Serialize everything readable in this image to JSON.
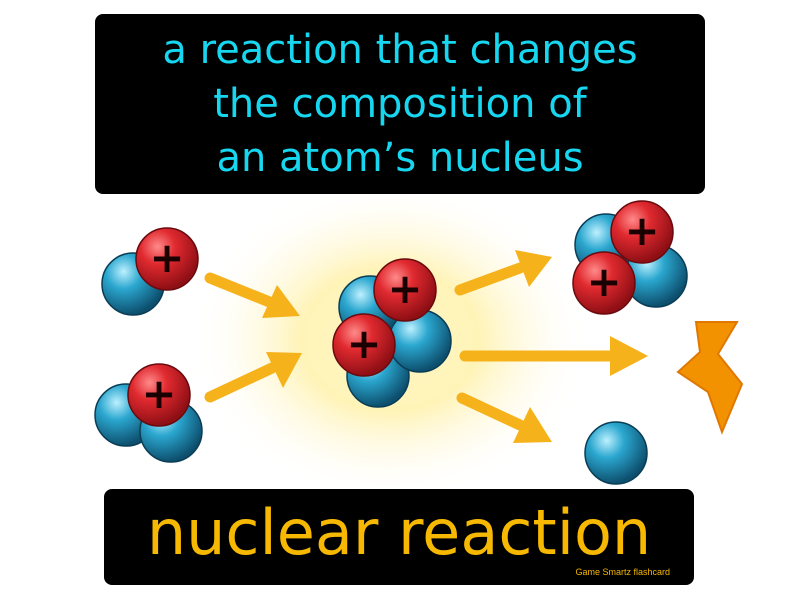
{
  "definition": {
    "lines": [
      "a reaction that changes",
      "the composition of",
      "an atom’s nucleus"
    ]
  },
  "term": "nuclear reaction",
  "brand": "Game Smartz  flashcard",
  "colors": {
    "definition_text": "#17d7f0",
    "term_text": "#f6b800",
    "proton": "#d8232a",
    "neutron": "#1f8fb5",
    "arrow": "#f6b21b",
    "energy": "#f39200",
    "glow": "#fff2b0"
  },
  "particles": {
    "proton_symbol": "+",
    "energy_icon": "lightning-bolt-icon"
  }
}
